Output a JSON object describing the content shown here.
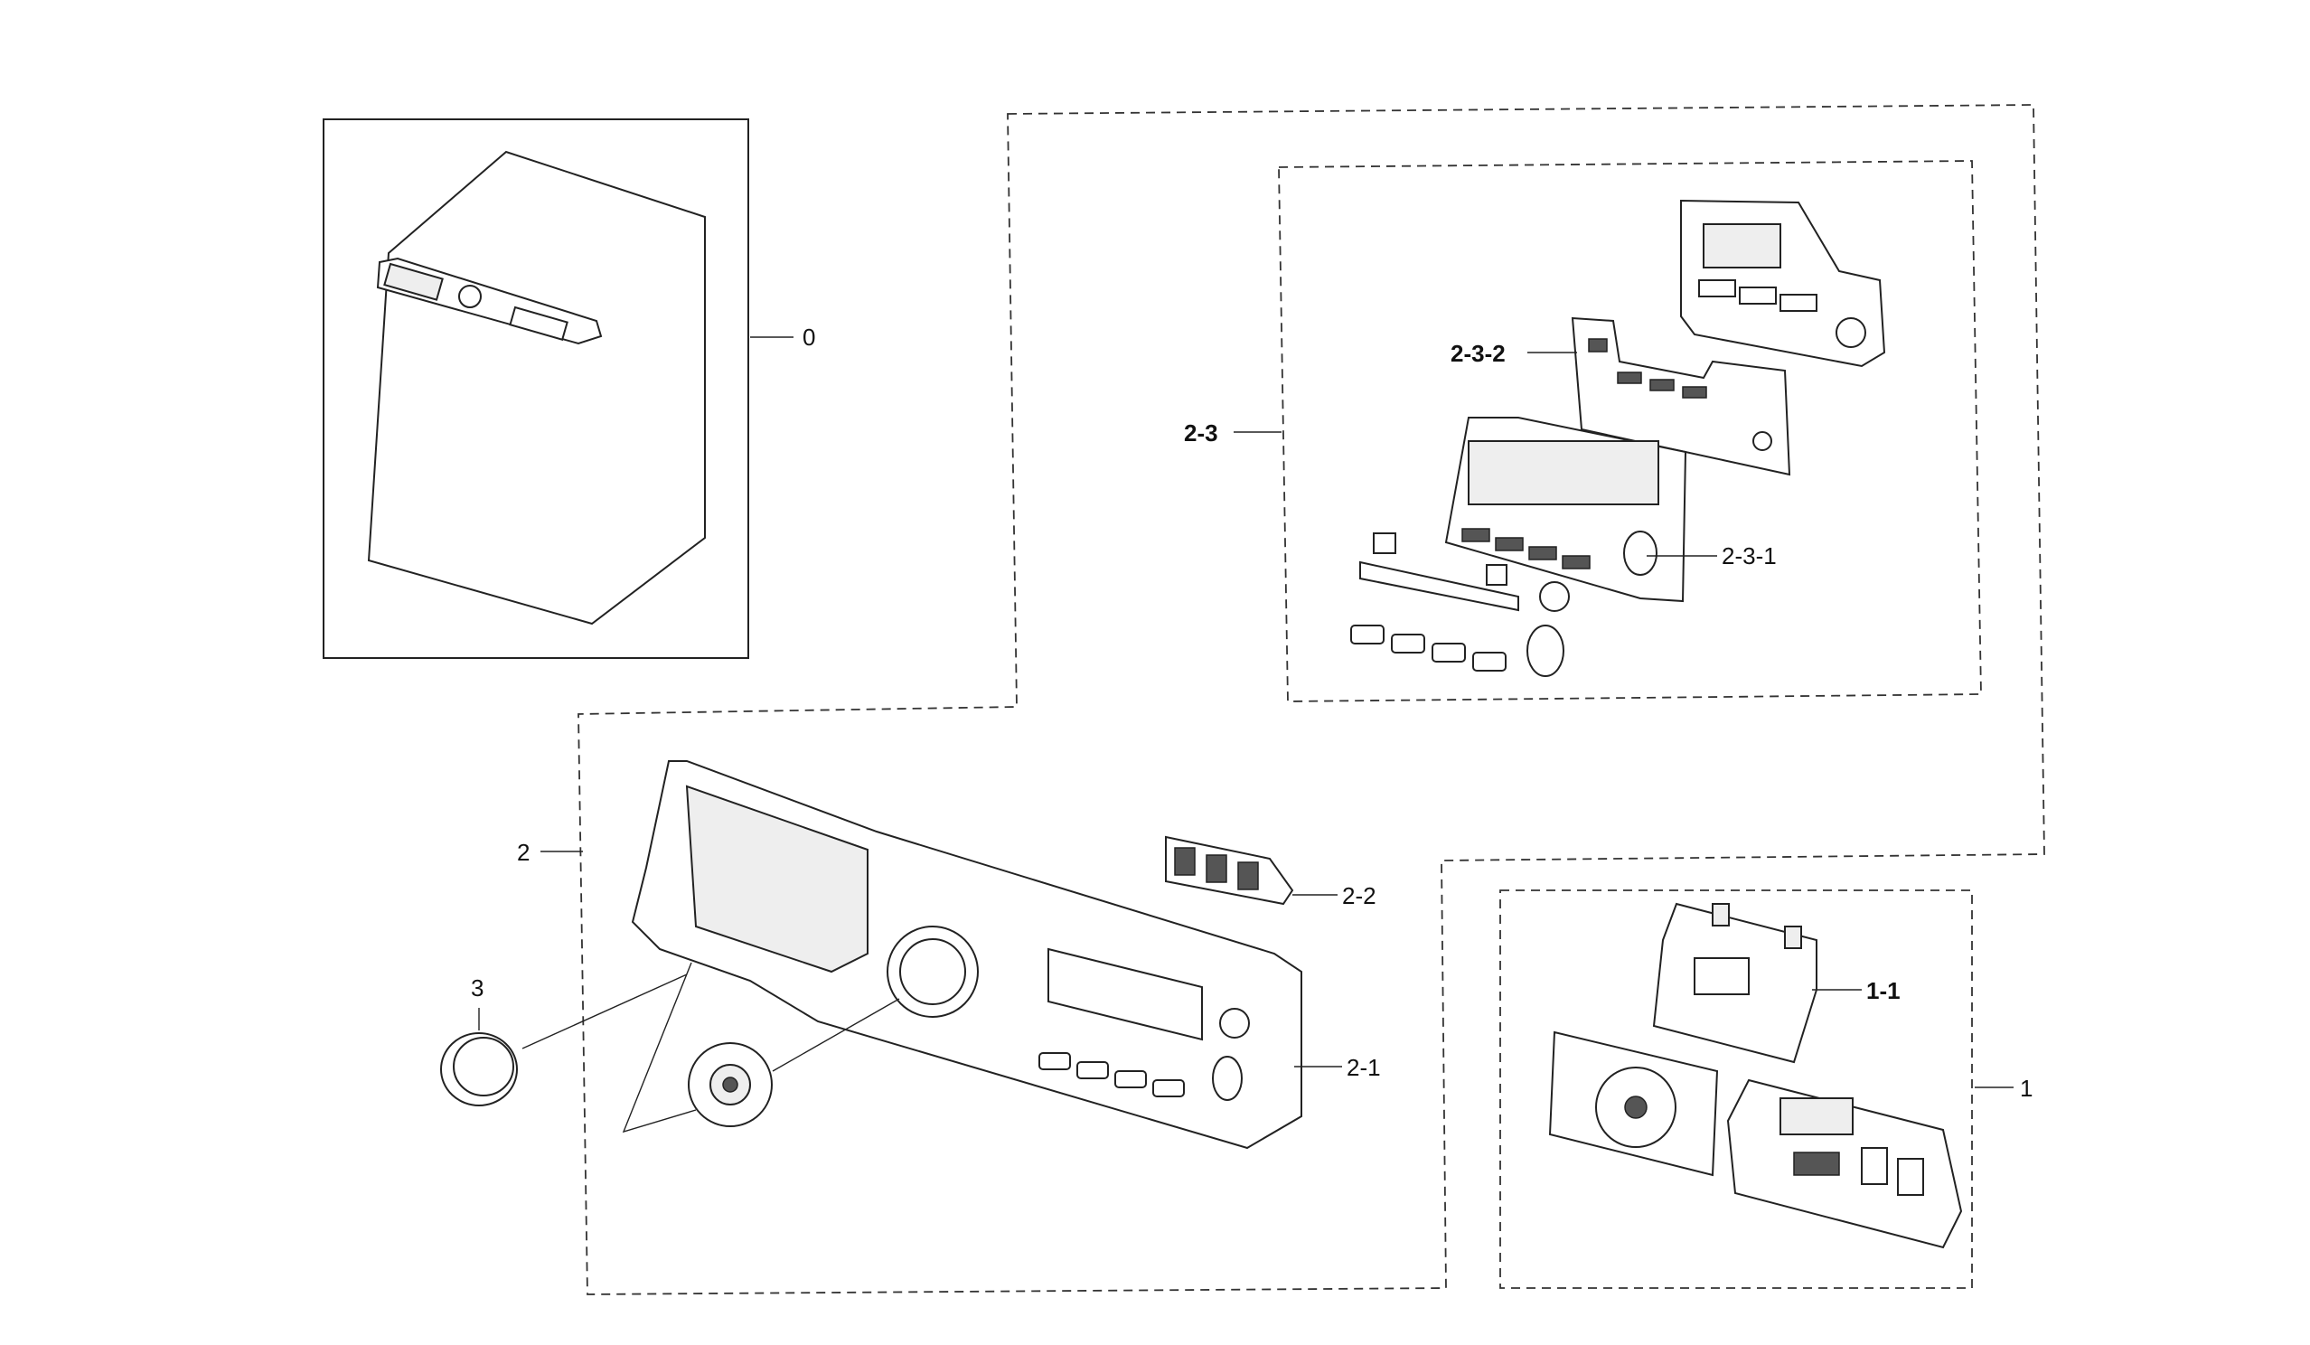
{
  "callouts": {
    "c0": "0",
    "c1": "1",
    "c1_1": "1-1",
    "c2": "2",
    "c2_1": "2-1",
    "c2_2": "2-2",
    "c2_3": "2-3",
    "c2_3_1": "2-3-1",
    "c2_3_2": "2-3-2",
    "c3": "3"
  },
  "colors": {
    "line": "#222222",
    "background": "#ffffff"
  }
}
